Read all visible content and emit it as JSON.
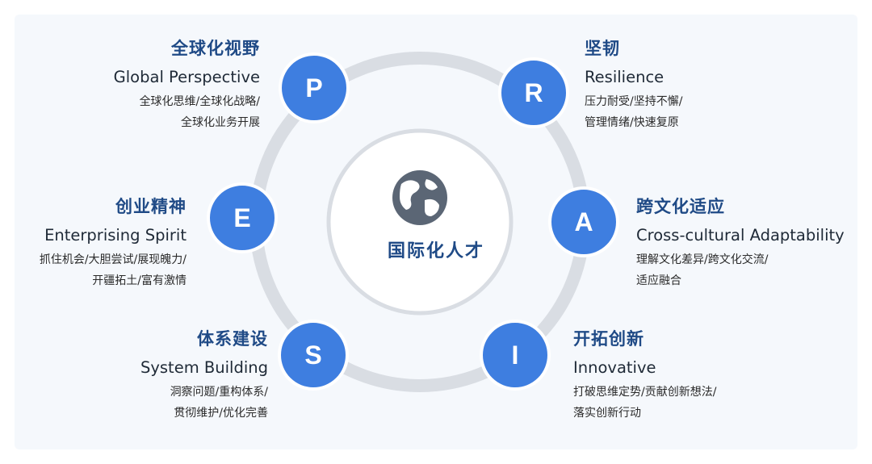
{
  "center": {
    "title": "国际化人才",
    "icon": "globe-icon"
  },
  "colors": {
    "node": "#3e7ee0",
    "ring": "#d9dde3",
    "title": "#1f4a86",
    "globe": "#5b6675"
  },
  "nodes": [
    {
      "letter": "P",
      "cn": "全球化视野",
      "en": "Global Perspective",
      "desc1": "全球化思维/全球化战略/",
      "desc2": "全球化业务开展"
    },
    {
      "letter": "R",
      "cn": "坚韧",
      "en": "Resilience",
      "desc1": "压力耐受/坚持不懈/",
      "desc2": "管理情绪/快速复原"
    },
    {
      "letter": "E",
      "cn": "创业精神",
      "en": "Enterprising Spirit",
      "desc1": "抓住机会/大胆尝试/展现魄力/",
      "desc2": "开疆拓土/富有激情"
    },
    {
      "letter": "A",
      "cn": "跨文化适应",
      "en": "Cross-cultural Adaptability",
      "desc1": "理解文化差异/跨文化交流/",
      "desc2": "适应融合"
    },
    {
      "letter": "S",
      "cn": "体系建设",
      "en": "System Building",
      "desc1": "洞察问题/重构体系/",
      "desc2": "贯彻维护/优化完善"
    },
    {
      "letter": "I",
      "cn": "开拓创新",
      "en": "Innovative",
      "desc1": "打破思维定势/贡献创新想法/",
      "desc2": "落实创新行动"
    }
  ]
}
